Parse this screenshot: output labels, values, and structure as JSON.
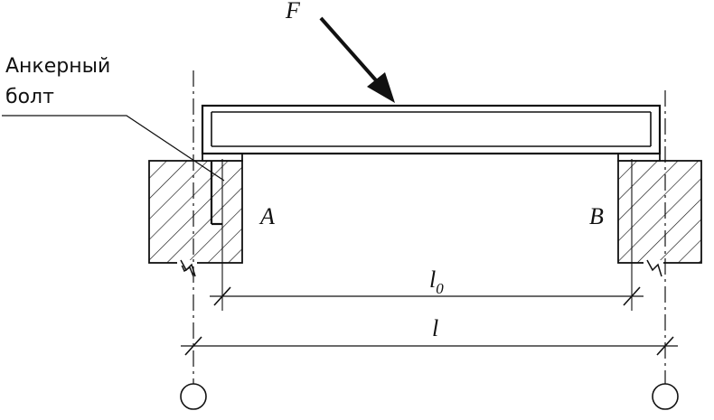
{
  "labels": {
    "force": "F",
    "anchor_line1": "Анкерный",
    "anchor_line2": "болт",
    "support_a": "A",
    "support_b": "B",
    "span_clear_base": "l",
    "span_clear_sub": "0",
    "span_full": "l"
  },
  "colors": {
    "ink": "#111111",
    "background": "#ffffff"
  }
}
